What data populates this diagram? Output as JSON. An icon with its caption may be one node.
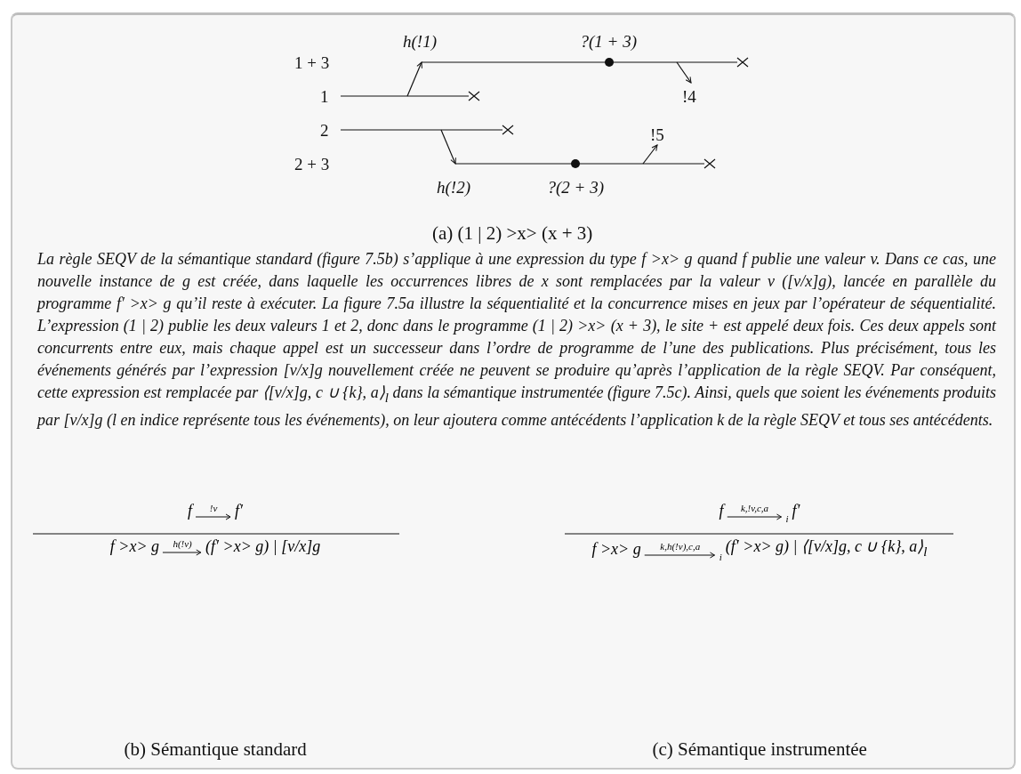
{
  "diagram": {
    "labels": [
      "h(!1)",
      "?(1 + 3)",
      "1 + 3",
      "1",
      "!4",
      "2",
      "!5",
      "2 + 3",
      "h(!2)",
      "?(2 + 3)",
      "(a) (1 | 2) >x> (x + 3)",
      "La règle SEQV de la sémantique standard (figure 7.5b) s’applique à une expression du type f >x> g quand f publie une valeur v. Dans ce cas, une nouvelle instance de g est créée, dans laquelle les occurrences libres de x sont remplacées par la valeur v ([v/x]g), lancée en parallèle du programme f′ >x> g qu’il reste à exécuter. La figure 7.5a illustre la séquentialité et la concurrence mises en jeux par l’opérateur de séquentialité. L’expression (1 | 2) publie les deux valeurs 1 et 2, donc dans le programme (1 | 2) >x> (x + 3), le site + est appelé deux fois. Ces deux appels sont concurrents entre eux, mais chaque appel est un successeur dans l’ordre de programme de l’une des publications. Plus précisément, tous les événements générés par l’expression [v/x]g nouvellement créée ne peuvent se produire qu’après l’application de la règle SEQV. Par conséquent, cette expression est remplacée par ⟨[v/x]g, c ∪ {k}, a⟩$_{l}$ dans la sémantique instrumentée (figure 7.5c). Ainsi, quels que soient les événements produits par [v/x]g (l en indice représente tous les événements), on leur ajoutera comme antécédents l’application k de la règle SEQV et tous ses antécédents.",
      "f",
      "!v",
      "f′",
      "f >x> g",
      "h(!v)",
      "(f′ >x> g) | [v/x]g",
      "f",
      "k,!v,c,a",
      "i",
      "f′",
      "f >x> g",
      "k,h(!v),c,a",
      "i",
      "(f′ >x> g) | ⟨[v/x]g, c ∪ {k}, a⟩$_{l}$",
      "(b) Sémantique standard",
      "(c) Sémantique instrumentée"
    ]
  }
}
